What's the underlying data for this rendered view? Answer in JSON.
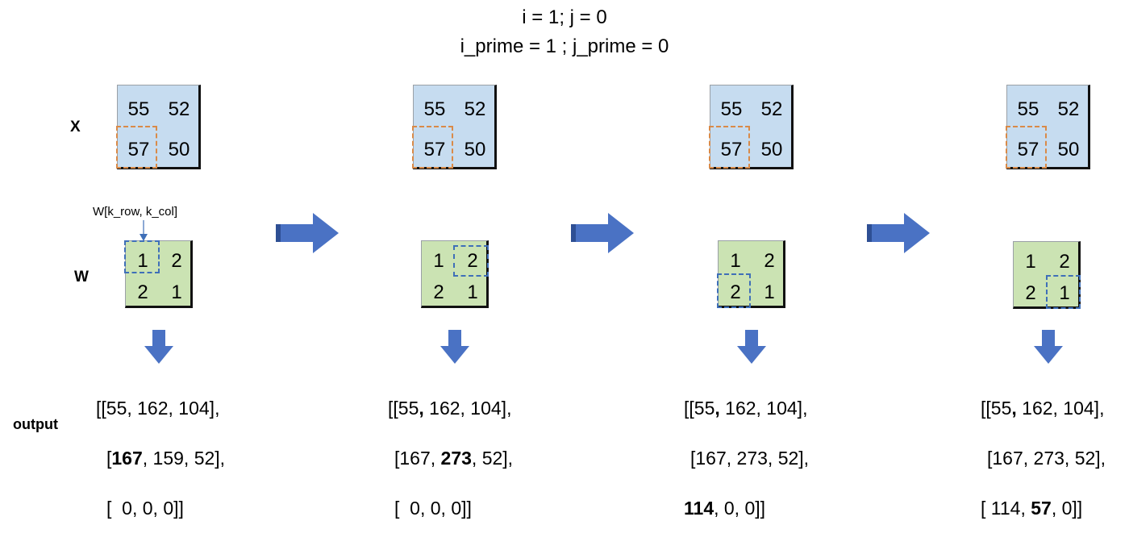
{
  "header": {
    "line1": "i = 1; j = 0",
    "line2": "i_prime = 1 ; j_prime = 0"
  },
  "labels": {
    "x": "X",
    "w": "W",
    "output": "output",
    "annotation": "W[k_row, k_col]"
  },
  "x_matrix": [
    [
      "55",
      "52"
    ],
    [
      "57",
      "50"
    ]
  ],
  "w_matrix": [
    [
      "1",
      "2"
    ],
    [
      "2",
      "1"
    ]
  ],
  "steps": [
    {
      "w_highlight": "top-left",
      "out_row1": [
        "[[55, 162, 104],"
      ],
      "out_row2": [
        "[",
        "167",
        ", 159, 52],"
      ],
      "out_row3": [
        "[  0, 0, 0]]"
      ]
    },
    {
      "w_highlight": "top-right",
      "out_row1": [
        "[[55",
        ",",
        " 162, 104],"
      ],
      "out_row2": [
        "[167, ",
        "273",
        ", 52],"
      ],
      "out_row3": [
        "[  0, 0, 0]]"
      ]
    },
    {
      "w_highlight": "bottom-left",
      "out_row1": [
        "[[55",
        ",",
        " 162, 104],"
      ],
      "out_row2": [
        "[167, 273, 52],"
      ],
      "out_row3": [
        "[",
        "114",
        ", 0, 0]]"
      ]
    },
    {
      "w_highlight": "bottom-right",
      "out_row1": [
        "[[55",
        ",",
        " 162, 104],"
      ],
      "out_row2": [
        "[167, 273, 52],"
      ],
      "out_row3": [
        "[ 114, ",
        "57",
        ", 0]]"
      ]
    }
  ],
  "colors": {
    "x_fill": "#c6dcf0",
    "w_fill": "#cbe3b3",
    "x_highlight": "#d98a48",
    "w_highlight": "#3f6fb8",
    "arrow": "#4a72c4"
  }
}
